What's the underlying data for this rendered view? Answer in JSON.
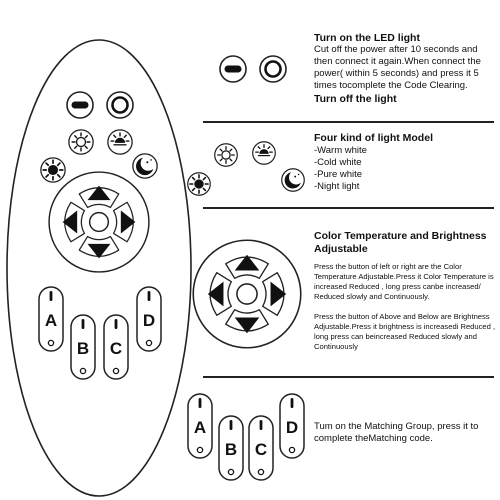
{
  "sections": {
    "led": {
      "title": "Turn on the LED light",
      "body": "Cut off the power after 10 seconds and then connect it again.When connect the power( within 5 seconds) and press it 5 times tocomplete the Code Clearing.",
      "footer": "Turn off the light"
    },
    "models": {
      "title": "Four kind of light Model",
      "items": [
        "-Warm white",
        "-Cold white",
        "-Pure white",
        "-Night light"
      ]
    },
    "color": {
      "title": "Color Temperature and Brightness Adjustable",
      "body1": "Press the button of left or right are the Color Temperature Adjustable.Press it Color Temperature is increased Reduced , long press canbe increased/ Reduced slowly and Continuously.",
      "body2": "Press the button of Above and Below are Brightness Adjustable.Press it brightness is increasedi Reduced , long press can beincreased Reduced slowly and Continuously"
    },
    "matching": {
      "body": "Tum on the Matching Group, press it to complete theMatching code."
    }
  },
  "group_labels": [
    "A",
    "B",
    "C",
    "D"
  ],
  "icons": [
    "minus-button-icon",
    "power-button-icon",
    "sun-icon",
    "sun-dim-icon",
    "sun-bright-icon",
    "moon-icon",
    "arrow-up-icon",
    "arrow-down-icon",
    "arrow-left-icon",
    "arrow-right-icon"
  ]
}
